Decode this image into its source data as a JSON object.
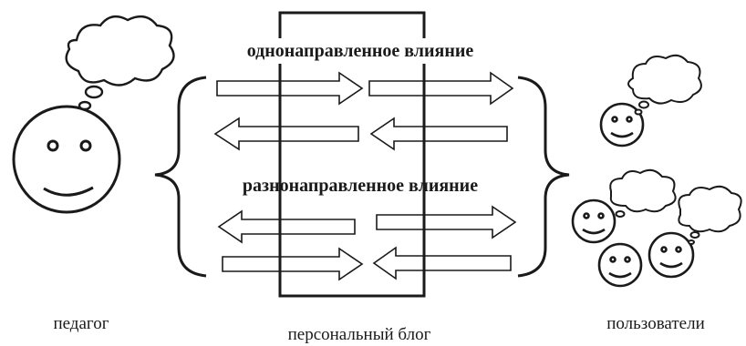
{
  "labels": {
    "one_way": "однонаправленное влияние",
    "multi_way": "разнонаправленное влияние",
    "teacher": "педагог",
    "blog": "персональный блог",
    "users": "пользователи"
  },
  "colors": {
    "ink": "#1a1a1a",
    "background": "#ffffff",
    "arrow_fill": "#ffffff"
  },
  "icons": [
    "smiley-face",
    "thought-bubble",
    "block-arrow",
    "curly-brace"
  ]
}
